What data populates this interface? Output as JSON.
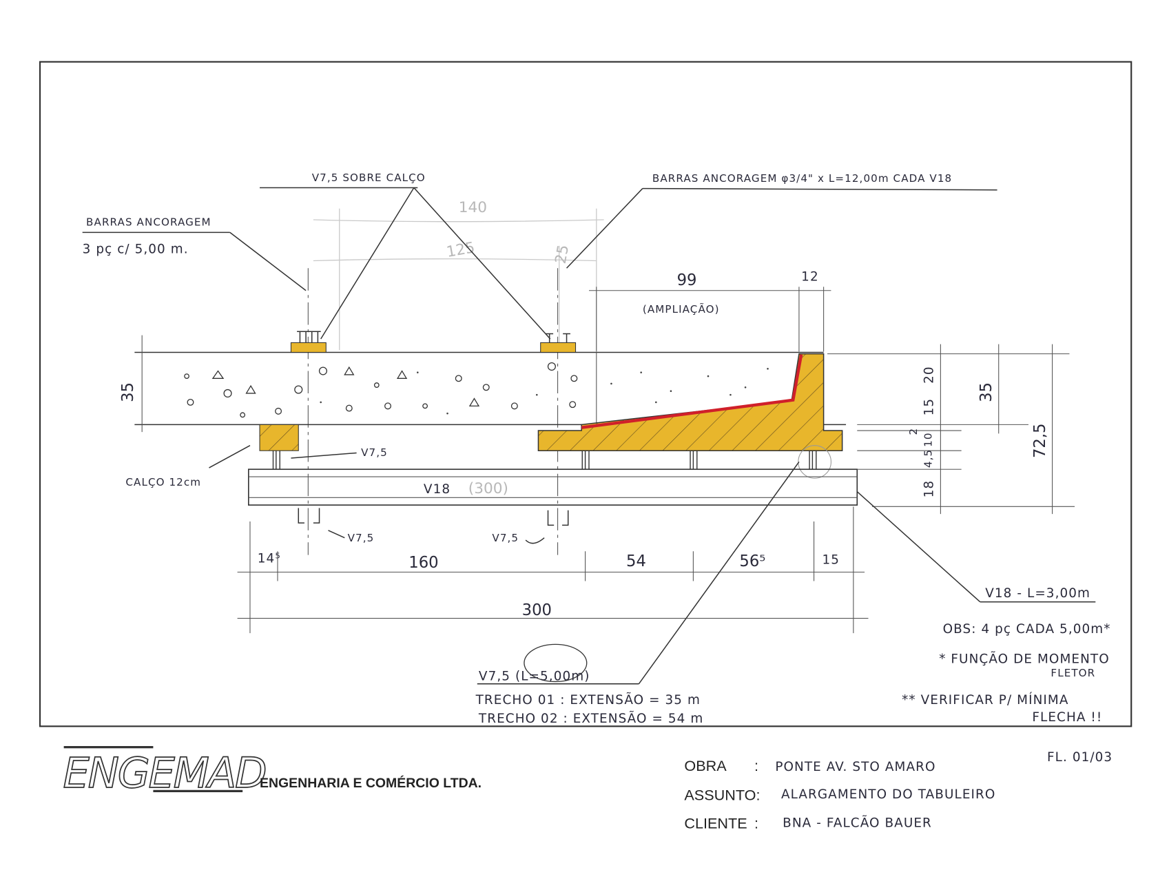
{
  "drawing": {
    "v75_sobre_calco": "V7,5 SOBRE CALÇO",
    "barras_left_1": "BARRAS ANCORAGEM",
    "barras_left_2": "3 pç c/ 5,00 m.",
    "barras_right": "BARRAS ANCORAGEM φ3/4\" x L=12,00m CADA V18",
    "dim_140": "140",
    "dim_125": "125",
    "dim_25": "25",
    "dim_99": "99",
    "ampliacao": "(AMPLIAÇÃO)",
    "dim_12": "12",
    "dim_35_left": "35",
    "dim_20": "20",
    "dim_15_right": "15",
    "dim_10": "10",
    "dim_2": "2",
    "dim_4_5": "4,5",
    "dim_18": "18",
    "dim_35_right": "35",
    "dim_72_5": "72,5",
    "calco": "CALÇO 12cm",
    "v75_a": "V7,5",
    "v18_mid": "V18",
    "v18_mid_note": "(300)",
    "v75_b": "V7,5",
    "v75_c": "V7,5",
    "dim_14_5": "14⁵",
    "dim_160": "160",
    "dim_54": "54",
    "dim_56_5": "56⁵",
    "dim_15": "15",
    "dim_300": "300",
    "v18_note": "V18 - L=3,00m",
    "obs_1": "OBS: 4 pç CADA 5,00m*",
    "obs_2": "* FUNÇÃO DE MOMENTO",
    "obs_3": "FLETOR",
    "obs_4": "** VERIFICAR P/ MÍNIMA",
    "obs_5": "FLECHA !!",
    "v75_note": "V7,5 (L=5,00m)",
    "trecho_1": "TRECHO 01 : EXTENSÃO = 35 m",
    "trecho_2": "TRECHO 02 : EXTENSÃO = 54 m"
  },
  "title_block": {
    "logo": "ENGEMAD",
    "company": "ENGENHARIA E COMÉRCIO LTDA.",
    "sheet": "FL. 01/03",
    "obra_label": "OBRA",
    "obra_value": "PONTE AV. STO AMARO",
    "assunto_label": "ASSUNTO:",
    "assunto_value": "ALARGAMENTO DO TABULEIRO",
    "cliente_label": "CLIENTE",
    "cliente_value": "BNA - FALCÃO BAUER"
  },
  "colors": {
    "yellow": "#e8b62c",
    "red": "#d0202a",
    "ink": "#2a2a3a"
  }
}
